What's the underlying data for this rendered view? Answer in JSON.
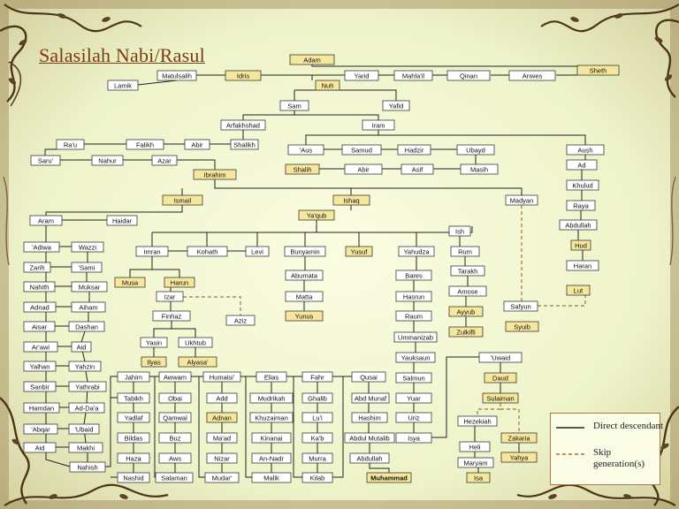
{
  "title": "Salasilah Nabi/Rasul",
  "colors": {
    "prophet_fill": "#f6e79c",
    "person_fill": "#ffffff",
    "line": "#222222",
    "skip_line": "#a0753a",
    "title": "#7a3d10"
  },
  "legend": {
    "direct": "Direct descendant",
    "skip": "Skip generation(s)"
  },
  "nodes": [
    {
      "id": "adam",
      "label": "Adam",
      "prophet": true
    },
    {
      "id": "sheth",
      "label": "Sheth",
      "prophet": true
    },
    {
      "id": "anwes",
      "label": "Anwes",
      "prophet": false
    },
    {
      "id": "qinan",
      "label": "Qinan",
      "prophet": false
    },
    {
      "id": "mahlail",
      "label": "Mahla'il",
      "prophet": false
    },
    {
      "id": "yarid",
      "label": "Yarid",
      "prophet": false
    },
    {
      "id": "idris",
      "label": "Idris",
      "prophet": true
    },
    {
      "id": "matusalih",
      "label": "Matulsalih",
      "prophet": false
    },
    {
      "id": "lamik",
      "label": "Lamik",
      "prophet": false
    },
    {
      "id": "nuh",
      "label": "Nuh",
      "prophet": true
    },
    {
      "id": "sam",
      "label": "Sam",
      "prophet": false
    },
    {
      "id": "yafid",
      "label": "Yafid",
      "prophet": false
    },
    {
      "id": "arfakhshad",
      "label": "Arfakhshad",
      "prophet": false
    },
    {
      "id": "iram",
      "label": "Iram",
      "prophet": false
    },
    {
      "id": "shalikh",
      "label": "Shalikh",
      "prophet": false
    },
    {
      "id": "abir",
      "label": "Abir",
      "prophet": false
    },
    {
      "id": "falikh",
      "label": "Falikh",
      "prophet": false
    },
    {
      "id": "rau",
      "label": "Ra'u",
      "prophet": false
    },
    {
      "id": "saru",
      "label": "Saru'",
      "prophet": false
    },
    {
      "id": "nahur",
      "label": "Nahur",
      "prophet": false
    },
    {
      "id": "azar",
      "label": "Azar",
      "prophet": false
    },
    {
      "id": "ibrahim",
      "label": "Ibrahim",
      "prophet": true
    },
    {
      "id": "aus",
      "label": "'Aus",
      "prophet": false
    },
    {
      "id": "samud",
      "label": "Samud",
      "prophet": false
    },
    {
      "id": "hadzir",
      "label": "Hadzir",
      "prophet": false
    },
    {
      "id": "ubayd",
      "label": "Ubayd",
      "prophet": false
    },
    {
      "id": "shalih",
      "label": "Shalih",
      "prophet": true
    },
    {
      "id": "abir2",
      "label": "Abir",
      "prophet": false
    },
    {
      "id": "asif",
      "label": "Asif",
      "prophet": false
    },
    {
      "id": "masih",
      "label": "Masih",
      "prophet": false
    },
    {
      "id": "aush",
      "label": "Aush",
      "prophet": false
    },
    {
      "id": "ad",
      "label": "Ad",
      "prophet": false
    },
    {
      "id": "khulud",
      "label": "Khulud",
      "prophet": false
    },
    {
      "id": "raya",
      "label": "Raya",
      "prophet": false
    },
    {
      "id": "abdullah0",
      "label": "Abdullah",
      "prophet": false
    },
    {
      "id": "hud",
      "label": "Hud",
      "prophet": true
    },
    {
      "id": "haran",
      "label": "Haran",
      "prophet": false
    },
    {
      "id": "lut",
      "label": "Lut",
      "prophet": true
    },
    {
      "id": "ismail",
      "label": "Ismail",
      "prophet": true
    },
    {
      "id": "ishaq",
      "label": "Ishaq",
      "prophet": true
    },
    {
      "id": "madyan",
      "label": "Madyan",
      "prophet": false
    },
    {
      "id": "yaqub",
      "label": "Ya'qub",
      "prophet": true
    },
    {
      "id": "aram",
      "label": "Aram",
      "prophet": false
    },
    {
      "id": "haidar",
      "label": "Haidar",
      "prophet": false
    },
    {
      "id": "imran",
      "label": "Imran",
      "prophet": false
    },
    {
      "id": "kohath",
      "label": "Kohath",
      "prophet": false
    },
    {
      "id": "levi",
      "label": "Levi",
      "prophet": false
    },
    {
      "id": "bunyamin",
      "label": "Bunyamin",
      "prophet": false
    },
    {
      "id": "yusuf",
      "label": "Yusuf",
      "prophet": true
    },
    {
      "id": "yahudza",
      "label": "Yahudza",
      "prophet": false
    },
    {
      "id": "ish",
      "label": "Ish",
      "prophet": false
    },
    {
      "id": "rum",
      "label": "Rum",
      "prophet": false
    },
    {
      "id": "tarakh",
      "label": "Tarakh",
      "prophet": false
    },
    {
      "id": "amose",
      "label": "Amose",
      "prophet": false
    },
    {
      "id": "ayyub",
      "label": "Ayyub",
      "prophet": true
    },
    {
      "id": "zulkifli",
      "label": "Zulkifli",
      "prophet": true
    },
    {
      "id": "safyun",
      "label": "Safyun",
      "prophet": false
    },
    {
      "id": "syuib",
      "label": "Syuib",
      "prophet": true
    },
    {
      "id": "musa",
      "label": "Musa",
      "prophet": true
    },
    {
      "id": "harun",
      "label": "Harun",
      "prophet": true
    },
    {
      "id": "izar",
      "label": "Izar",
      "prophet": false
    },
    {
      "id": "finhaz",
      "label": "Finhaz",
      "prophet": false
    },
    {
      "id": "aziz",
      "label": "Aziz",
      "prophet": false
    },
    {
      "id": "yasin",
      "label": "Yasin",
      "prophet": false
    },
    {
      "id": "ukhtub",
      "label": "Ukhtub",
      "prophet": false
    },
    {
      "id": "ilyas",
      "label": "Ilyas",
      "prophet": true
    },
    {
      "id": "alyasa",
      "label": "Alyasa'",
      "prophet": true
    },
    {
      "id": "abumata",
      "label": "Abumata",
      "prophet": false
    },
    {
      "id": "matta",
      "label": "Matta",
      "prophet": false
    },
    {
      "id": "yunus",
      "label": "Yunus",
      "prophet": true
    },
    {
      "id": "bares",
      "label": "Bares",
      "prophet": false
    },
    {
      "id": "hasrun",
      "label": "Hasrun",
      "prophet": false
    },
    {
      "id": "raum",
      "label": "Raum",
      "prophet": false
    },
    {
      "id": "ummanizab",
      "label": "Ummanizab",
      "prophet": false
    },
    {
      "id": "yauksaun",
      "label": "Yauksaun",
      "prophet": false
    },
    {
      "id": "salmun",
      "label": "Salmun",
      "prophet": false
    },
    {
      "id": "yuar",
      "label": "Yuar",
      "prophet": false
    },
    {
      "id": "uriz",
      "label": "Uriz",
      "prophet": false
    },
    {
      "id": "isya",
      "label": "Isya",
      "prophet": false
    },
    {
      "id": "adiwa",
      "label": "'Adiwa",
      "prophet": false
    },
    {
      "id": "wazzi",
      "label": "Wazzi",
      "prophet": false
    },
    {
      "id": "zarih",
      "label": "Zarih",
      "prophet": false
    },
    {
      "id": "sami",
      "label": "'Sami",
      "prophet": false
    },
    {
      "id": "nahith",
      "label": "Nahith",
      "prophet": false
    },
    {
      "id": "muksar",
      "label": "Muksar",
      "prophet": false
    },
    {
      "id": "adnad",
      "label": "Adnad",
      "prophet": false
    },
    {
      "id": "aiham",
      "label": "Aiham",
      "prophet": false
    },
    {
      "id": "aisar",
      "label": "Aisar",
      "prophet": false
    },
    {
      "id": "dashan",
      "label": "Dashan",
      "prophet": false
    },
    {
      "id": "arawi",
      "label": "Ar'awi",
      "prophet": false
    },
    {
      "id": "aid",
      "label": "Aid",
      "prophet": false
    },
    {
      "id": "yalhan",
      "label": "Yalhan",
      "prophet": false
    },
    {
      "id": "yahzin",
      "label": "Yahzin",
      "prophet": false
    },
    {
      "id": "sanbir",
      "label": "Sanbir",
      "prophet": false
    },
    {
      "id": "yathrabi",
      "label": "Yathrabi",
      "prophet": false
    },
    {
      "id": "hamdan",
      "label": "Hamdan",
      "prophet": false
    },
    {
      "id": "addaa",
      "label": "Ad-Da'a",
      "prophet": false
    },
    {
      "id": "abqar",
      "label": "'Abqar",
      "prophet": false
    },
    {
      "id": "ubaid",
      "label": "'Ubaid",
      "prophet": false
    },
    {
      "id": "aid2",
      "label": "Aid",
      "prophet": false
    },
    {
      "id": "makhi",
      "label": "Makhi",
      "prophet": false
    },
    {
      "id": "nahish",
      "label": "Nahish",
      "prophet": false
    },
    {
      "id": "jahim",
      "label": "Jahim",
      "prophet": false
    },
    {
      "id": "tabikh",
      "label": "Tabikh",
      "prophet": false
    },
    {
      "id": "yadlaf",
      "label": "Yadlaf",
      "prophet": false
    },
    {
      "id": "bildas",
      "label": "Bildas",
      "prophet": false
    },
    {
      "id": "haza",
      "label": "Haza",
      "prophet": false
    },
    {
      "id": "nashid",
      "label": "Nashid",
      "prophet": false
    },
    {
      "id": "awwam",
      "label": "Awwam",
      "prophet": false
    },
    {
      "id": "obai",
      "label": "Obai",
      "prophet": false
    },
    {
      "id": "qamwal",
      "label": "Qamwal",
      "prophet": false
    },
    {
      "id": "buz",
      "label": "Buz",
      "prophet": false
    },
    {
      "id": "aws",
      "label": "Aws",
      "prophet": false
    },
    {
      "id": "salaman",
      "label": "Salaman",
      "prophet": false
    },
    {
      "id": "humaisi",
      "label": "Humaisi'",
      "prophet": false
    },
    {
      "id": "add",
      "label": "Add",
      "prophet": false
    },
    {
      "id": "adnan",
      "label": "Adnan",
      "prophet": true
    },
    {
      "id": "maad",
      "label": "Ma'ad",
      "prophet": false
    },
    {
      "id": "nizar",
      "label": "Nizar",
      "prophet": false
    },
    {
      "id": "mudar",
      "label": "Mudar'",
      "prophet": false
    },
    {
      "id": "elias",
      "label": "Elias",
      "prophet": false
    },
    {
      "id": "mudrikah",
      "label": "Mudrikah",
      "prophet": false
    },
    {
      "id": "khuzaiman",
      "label": "Khuzaiman",
      "prophet": false
    },
    {
      "id": "kinanai",
      "label": "Kinanai",
      "prophet": false
    },
    {
      "id": "annadr",
      "label": "An-Nadr",
      "prophet": false
    },
    {
      "id": "malik",
      "label": "Malik",
      "prophet": false
    },
    {
      "id": "fahr",
      "label": "Fahr",
      "prophet": false
    },
    {
      "id": "ghalib",
      "label": "Ghalib",
      "prophet": false
    },
    {
      "id": "luai",
      "label": "Lu'i",
      "prophet": false
    },
    {
      "id": "kaab",
      "label": "Ka'b",
      "prophet": false
    },
    {
      "id": "murra",
      "label": "Murra",
      "prophet": false
    },
    {
      "id": "kilab",
      "label": "Kilab",
      "prophet": false
    },
    {
      "id": "qusai",
      "label": "Qusai",
      "prophet": false
    },
    {
      "id": "abdmunaf",
      "label": "Abd Munaf",
      "prophet": false
    },
    {
      "id": "hashim",
      "label": "Hashim",
      "prophet": false
    },
    {
      "id": "abdmutalib",
      "label": "Abdul Mutalib",
      "prophet": false
    },
    {
      "id": "abdullah",
      "label": "Abdullah",
      "prophet": false
    },
    {
      "id": "muhammad",
      "label": "Muhammad",
      "prophet": true
    },
    {
      "id": "uwaid",
      "label": "'Uwaid",
      "prophet": false
    },
    {
      "id": "daud",
      "label": "Daud",
      "prophet": true
    },
    {
      "id": "sulaiman",
      "label": "Sulaiman",
      "prophet": true
    },
    {
      "id": "hezekiah",
      "label": "Hezekiah",
      "prophet": false
    },
    {
      "id": "heli",
      "label": "Heli",
      "prophet": false
    },
    {
      "id": "maryam",
      "label": "Maryam",
      "prophet": false
    },
    {
      "id": "isa",
      "label": "Isa",
      "prophet": true
    },
    {
      "id": "zakaria",
      "label": "Zakaria",
      "prophet": true
    },
    {
      "id": "yahya",
      "label": "Yahya",
      "prophet": true
    }
  ]
}
